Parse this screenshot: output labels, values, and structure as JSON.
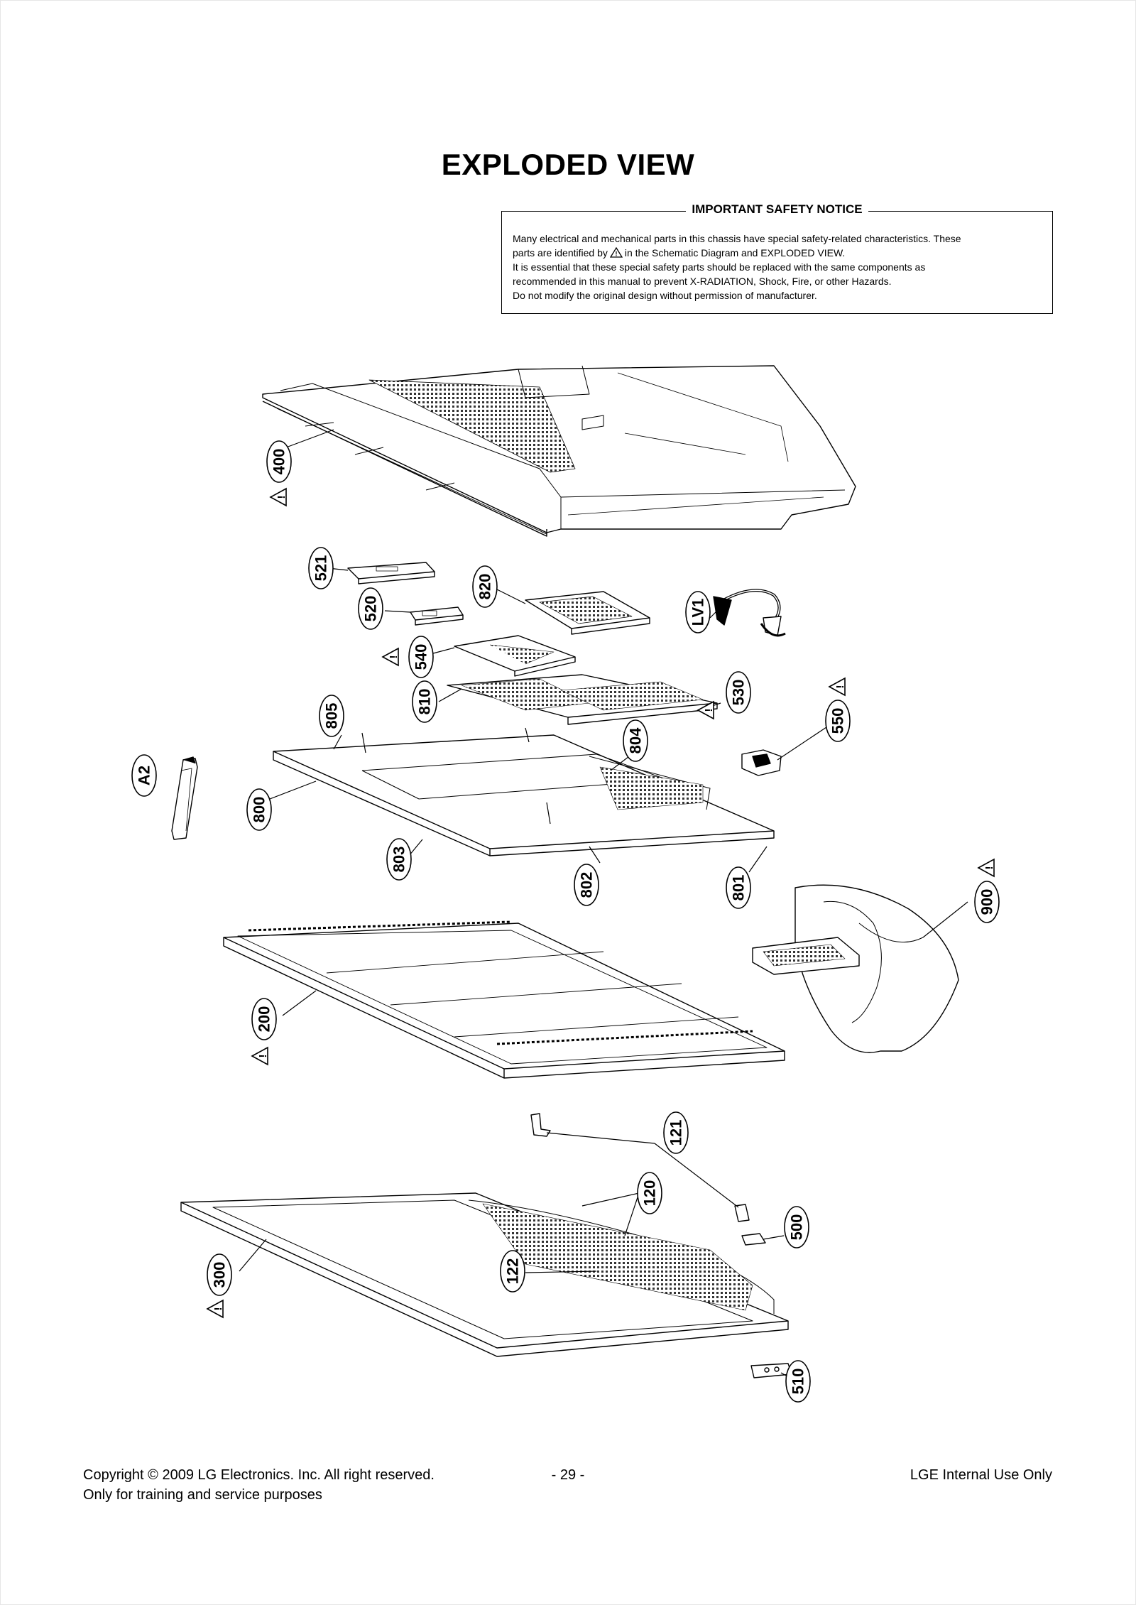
{
  "page": {
    "title": "EXPLODED VIEW"
  },
  "notice": {
    "heading": "IMPORTANT SAFETY NOTICE",
    "line1": "Many electrical and mechanical parts in this chassis have special safety-related characteristics. These",
    "line2_before": "parts are identified by",
    "line2_after": "in the Schematic Diagram and EXPLODED VIEW.",
    "line3": "It is essential that these special safety parts should be replaced with the same components as",
    "line4": "recommended in this manual to prevent X-RADIATION, Shock, Fire, or other Hazards.",
    "line5": "Do not modify the original design without permission of manufacturer."
  },
  "parts": [
    {
      "id": "400",
      "safety": true
    },
    {
      "id": "521",
      "safety": false
    },
    {
      "id": "520",
      "safety": false
    },
    {
      "id": "820",
      "safety": false
    },
    {
      "id": "LV1",
      "safety": false
    },
    {
      "id": "540",
      "safety": true
    },
    {
      "id": "810",
      "safety": false
    },
    {
      "id": "530",
      "safety": true
    },
    {
      "id": "805",
      "safety": false
    },
    {
      "id": "804",
      "safety": false
    },
    {
      "id": "550",
      "safety": true
    },
    {
      "id": "A2",
      "safety": false
    },
    {
      "id": "800",
      "safety": false
    },
    {
      "id": "803",
      "safety": false
    },
    {
      "id": "802",
      "safety": false
    },
    {
      "id": "801",
      "safety": false
    },
    {
      "id": "900",
      "safety": true
    },
    {
      "id": "200",
      "safety": true
    },
    {
      "id": "121",
      "safety": false
    },
    {
      "id": "120",
      "safety": false
    },
    {
      "id": "500",
      "safety": false
    },
    {
      "id": "122",
      "safety": false
    },
    {
      "id": "300",
      "safety": true
    },
    {
      "id": "510",
      "safety": false
    }
  ],
  "footer": {
    "copyright": "Copyright  © 2009 LG Electronics. Inc. All right reserved.",
    "purpose": "Only for training and service purposes",
    "page_number": "- 29 -",
    "internal": "LGE Internal Use Only"
  }
}
